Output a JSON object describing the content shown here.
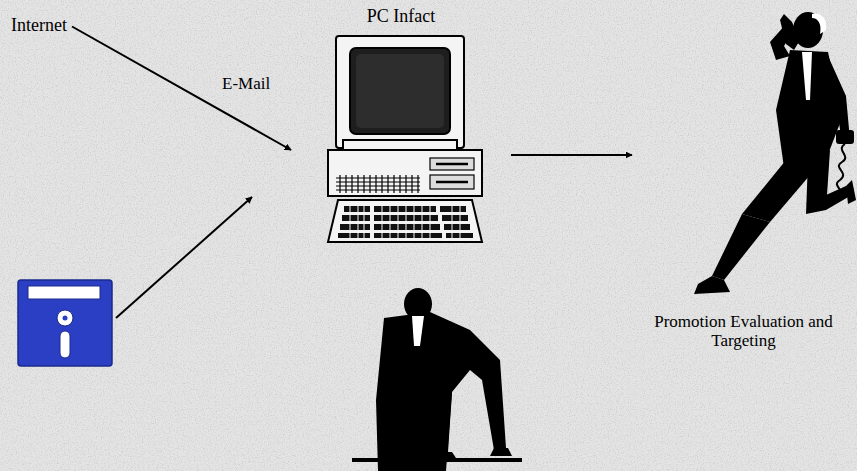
{
  "diagram": {
    "nodes": [
      {
        "text": [
          "Internet"
        ]
      },
      {
        "text": [
          "PC Infact"
        ]
      },
      {
        "text": [
          "Promotion Evaluation and Targeting"
        ]
      }
    ],
    "edges": [
      {
        "from": 0,
        "to": 1,
        "arrow": "to"
      },
      {
        "from": 1,
        "to": 2,
        "arrow": "to"
      }
    ],
    "labels": [
      "E-Mail"
    ]
  }
}
